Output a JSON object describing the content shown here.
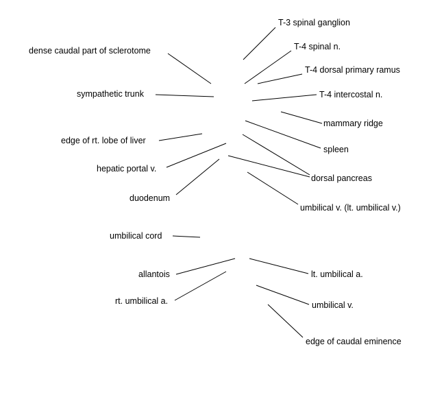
{
  "labels": {
    "t3_spinal_ganglion": "T-3 spinal ganglion",
    "dense_caudal_sclerotome": "dense caudal part of sclerotome",
    "t4_spinal_n": "T-4 spinal n.",
    "t4_dorsal_primary_ramus": "T-4 dorsal primary ramus",
    "sympathetic_trunk": "sympathetic trunk",
    "t4_intercostal_n": "T-4 intercostal n.",
    "mammary_ridge": "mammary ridge",
    "edge_rt_lobe_liver": "edge of rt. lobe of liver",
    "spleen": "spleen",
    "hepatic_portal_v": "hepatic portal v.",
    "dorsal_pancreas": "dorsal pancreas",
    "duodenum": "duodenum",
    "umbilical_v_lt": "umbilical v. (lt. umbilical v.)",
    "umbilical_cord": "umbilical cord",
    "allantois": "allantois",
    "lt_umbilical_a": "lt. umbilical a.",
    "rt_umbilical_a": "rt. umbilical a.",
    "umbilical_v": "umbilical v.",
    "edge_caudal_eminence": "edge of caudal eminence"
  }
}
